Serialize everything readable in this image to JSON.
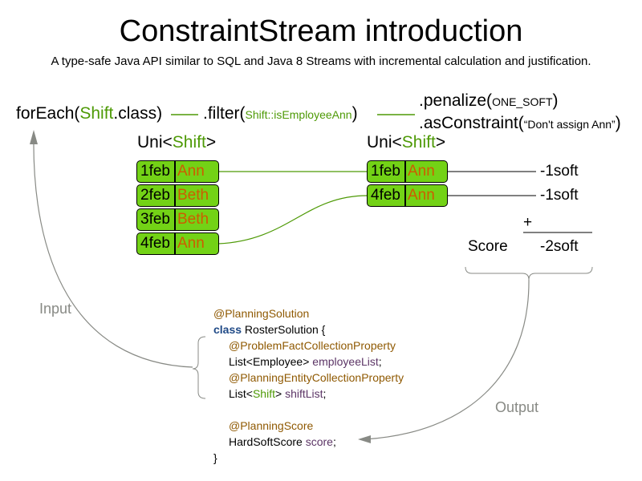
{
  "title": "ConstraintStream introduction",
  "subtitle": "A type-safe Java API similar to SQL and Java 8 Streams with incremental calculation and justification.",
  "stream": {
    "foreach_prefix": "forEach(",
    "foreach_type": "Shift",
    "foreach_suffix": ".class)",
    "filter_prefix": ".filter(",
    "filter_type": "Shift",
    "filter_method": "::isEmployeeAnn",
    "filter_suffix": ")",
    "penalize_prefix": ".penalize(",
    "penalize_arg": "ONE_SOFT",
    "penalize_suffix": ")",
    "constraint_prefix": ".asConstraint(",
    "constraint_arg": "“Don't assign Ann”",
    "constraint_suffix": ")"
  },
  "uni_left": {
    "prefix": "Uni<",
    "type": "Shift",
    "suffix": ">"
  },
  "uni_right": {
    "prefix": "Uni<",
    "type": "Shift",
    "suffix": ">"
  },
  "left_tuples": [
    {
      "date": "1feb",
      "name": "Ann"
    },
    {
      "date": "2feb",
      "name": "Beth"
    },
    {
      "date": "3feb",
      "name": "Beth"
    },
    {
      "date": "4feb",
      "name": "Ann"
    }
  ],
  "right_tuples": [
    {
      "date": "1feb",
      "name": "Ann",
      "penalty": "-1soft"
    },
    {
      "date": "4feb",
      "name": "Ann",
      "penalty": "-1soft"
    }
  ],
  "score": {
    "plus": "+",
    "label": "Score",
    "total": "-2soft"
  },
  "labels": {
    "input": "Input",
    "output": "Output"
  },
  "code": {
    "l1_ann": "@PlanningSolution",
    "l2_kw": "class",
    "l2_rest": " RosterSolution {",
    "l3_ann": "@ProblemFactCollectionProperty",
    "l4_type": "List<Employee> ",
    "l4_field": "employeeList",
    "l4_end": ";",
    "l5_ann": "@PlanningEntityCollectionProperty",
    "l6_a": "List<",
    "l6_type": "Shift",
    "l6_b": "> ",
    "l6_field": "shiftList",
    "l6_end": ";",
    "l8_ann": "@PlanningScore",
    "l9_type": "HardSoftScore ",
    "l9_field": "score",
    "l9_end": ";",
    "l10": "}"
  },
  "colors": {
    "tuple_fill": "#73d216",
    "type_green": "#4e9a06",
    "employee_orange": "#ce5c00",
    "annotation_brown": "#8f5902",
    "keyword_blue": "#204a87",
    "field_purple": "#5c3566",
    "arrow_grey": "#888a85"
  }
}
